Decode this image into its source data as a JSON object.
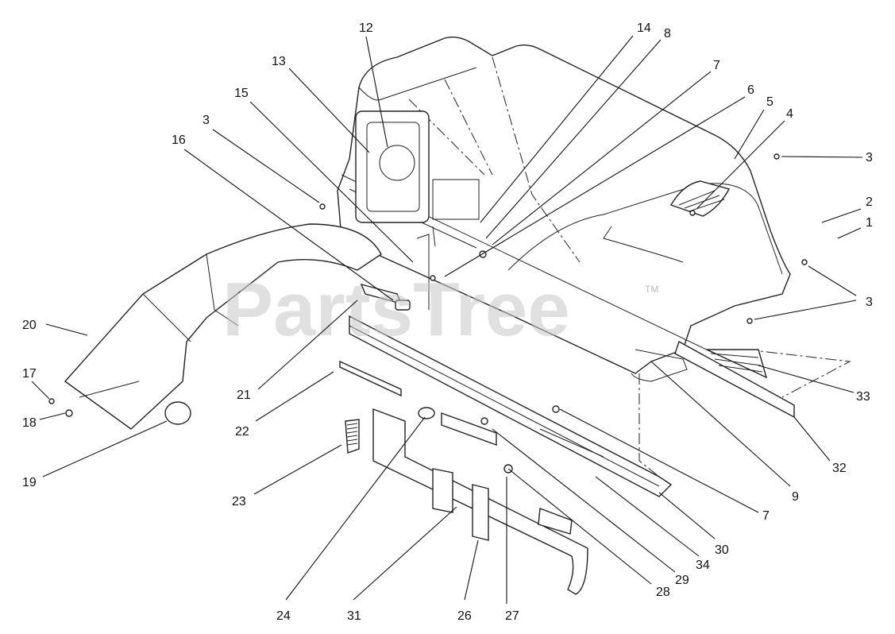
{
  "watermark": {
    "text": "PartsTree",
    "trademark": "TM"
  },
  "callouts": [
    {
      "id": "c12a",
      "label": "12"
    },
    {
      "id": "c14",
      "label": "14"
    },
    {
      "id": "c8",
      "label": "8"
    },
    {
      "id": "c13",
      "label": "13"
    },
    {
      "id": "c7a",
      "label": "7"
    },
    {
      "id": "c15",
      "label": "15"
    },
    {
      "id": "c6",
      "label": "6"
    },
    {
      "id": "c5",
      "label": "5"
    },
    {
      "id": "c4",
      "label": "4"
    },
    {
      "id": "c3a",
      "label": "3"
    },
    {
      "id": "c16",
      "label": "16"
    },
    {
      "id": "c3b",
      "label": "3"
    },
    {
      "id": "c2",
      "label": "2"
    },
    {
      "id": "c1",
      "label": "1"
    },
    {
      "id": "c3c",
      "label": "3"
    },
    {
      "id": "c20",
      "label": "20"
    },
    {
      "id": "c21",
      "label": "21"
    },
    {
      "id": "c17",
      "label": "17"
    },
    {
      "id": "c18",
      "label": "18"
    },
    {
      "id": "c22",
      "label": "22"
    },
    {
      "id": "c33",
      "label": "33"
    },
    {
      "id": "c19",
      "label": "19"
    },
    {
      "id": "c32",
      "label": "32"
    },
    {
      "id": "c23",
      "label": "23"
    },
    {
      "id": "c9",
      "label": "9"
    },
    {
      "id": "c7b",
      "label": "7"
    },
    {
      "id": "c30",
      "label": "30"
    },
    {
      "id": "c34",
      "label": "34"
    },
    {
      "id": "c29",
      "label": "29"
    },
    {
      "id": "c28",
      "label": "28"
    },
    {
      "id": "c24",
      "label": "24"
    },
    {
      "id": "c31",
      "label": "31"
    },
    {
      "id": "c26",
      "label": "26"
    },
    {
      "id": "c27",
      "label": "27"
    }
  ]
}
